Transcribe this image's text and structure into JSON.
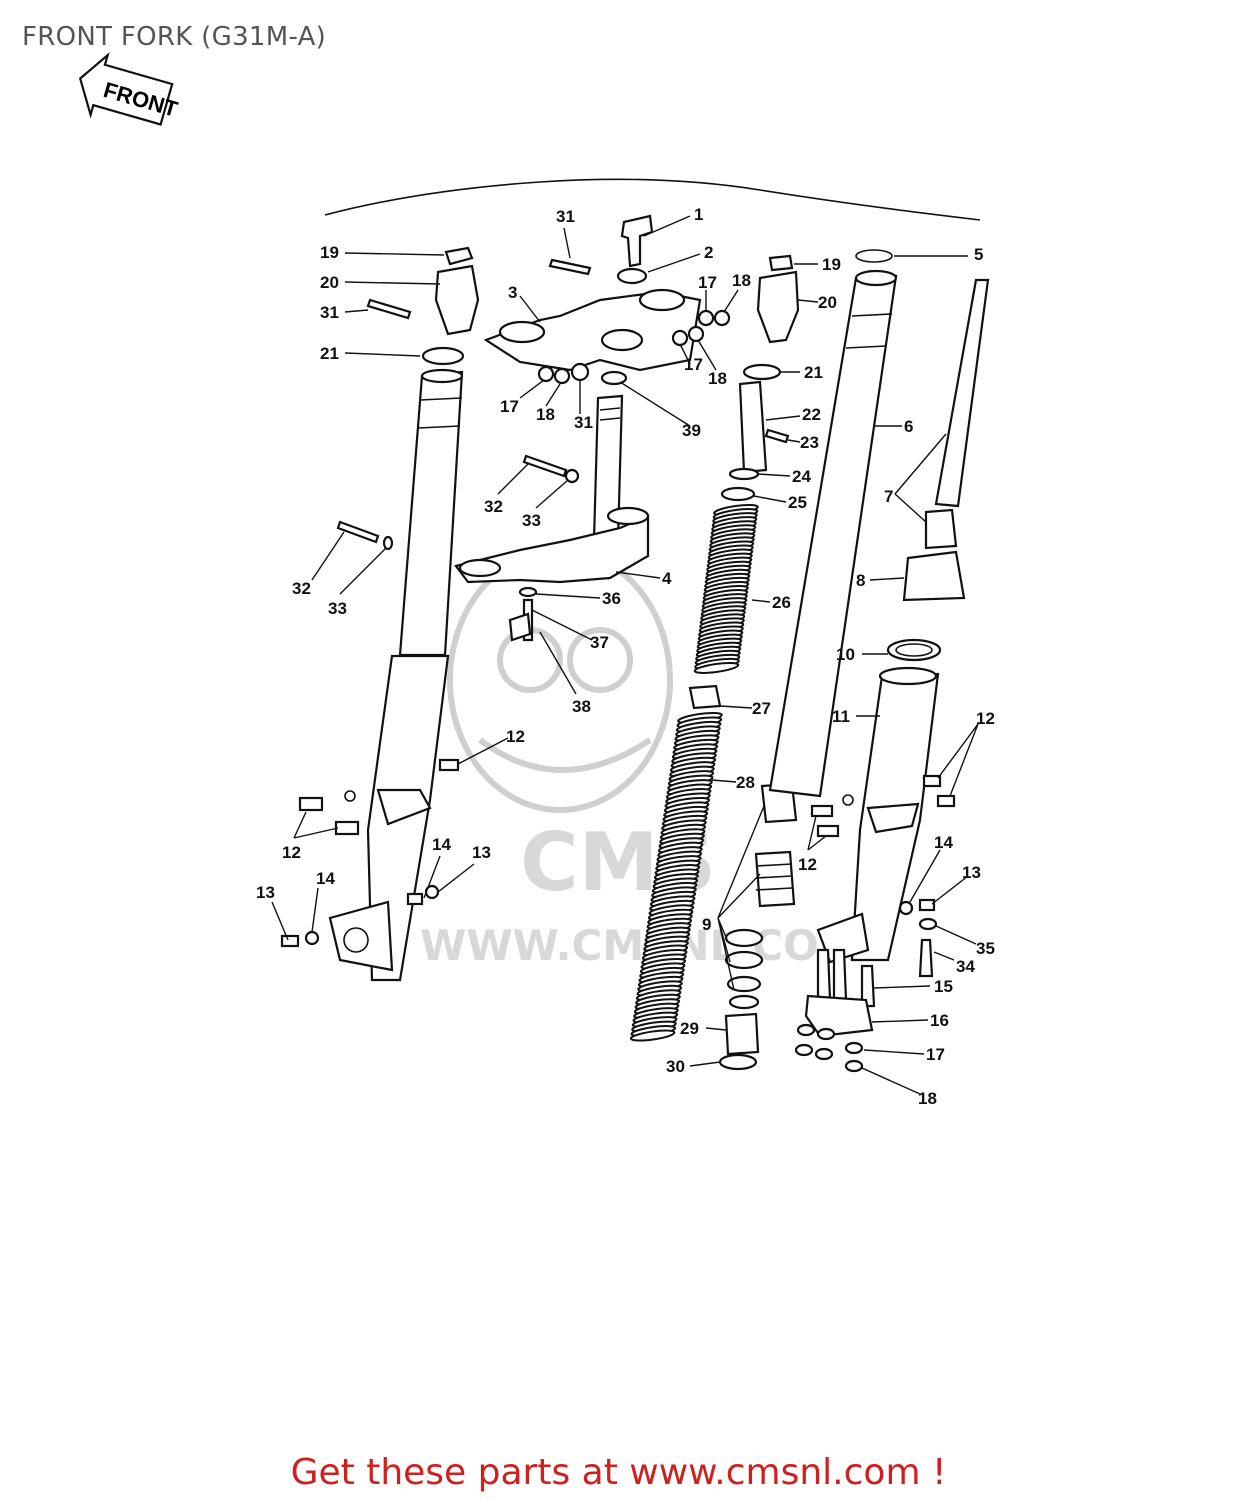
{
  "title": "FRONT FORK (G31M-A)",
  "arrow_text": "FRONT",
  "watermark": {
    "brand": "CMS",
    "url": "WWW.CMSNL.COM"
  },
  "footer": "Get these parts at www.cmsnl.com !",
  "callouts": [
    "1",
    "2",
    "3",
    "4",
    "5",
    "6",
    "7",
    "8",
    "9",
    "10",
    "11",
    "12",
    "13",
    "14",
    "15",
    "16",
    "17",
    "18",
    "19",
    "20",
    "21",
    "22",
    "23",
    "24",
    "25",
    "26",
    "27",
    "28",
    "29",
    "30",
    "31",
    "32",
    "33",
    "34",
    "35",
    "36",
    "37",
    "38",
    "39"
  ],
  "colors": {
    "title": "#555555",
    "footer": "#d01f1f",
    "line": "#111111"
  }
}
